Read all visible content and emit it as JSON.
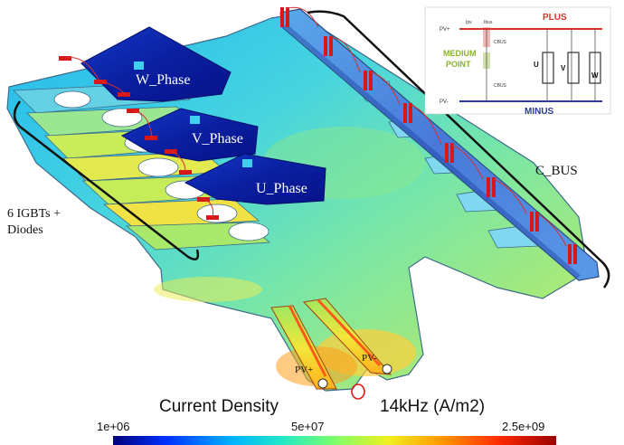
{
  "labels": {
    "w_phase": "W_Phase",
    "v_phase": "V_Phase",
    "u_phase": "U_Phase",
    "c_bus": "C_BUS",
    "igbt_line1": "6 IGBTs +",
    "igbt_line2": "Diodes",
    "pv_plus": "PV+",
    "pv_minus": "PV-"
  },
  "schematic": {
    "plus": "PLUS",
    "minus": "MINUS",
    "medium_line1": "MEDIUM",
    "medium_line2": "POINT",
    "pv_plus": "PV+",
    "pv_minus": "PV-",
    "cbus_top": "CBUS",
    "cbus_bottom": "CBUS",
    "ipv": "Ipv",
    "ibus": "Ibus",
    "u": "U",
    "v": "V",
    "w": "W",
    "colors": {
      "plus": "#d9332b",
      "minus": "#2a3b9c",
      "medium": "#8ab42a"
    }
  },
  "caption": {
    "title": "Current Density",
    "subtitle": "14kHz (A/m2)"
  },
  "colorbar": {
    "min_label": "1e+06",
    "mid_label": "5e+07",
    "max_label": "2.5e+09",
    "stops": [
      "#00007a",
      "#0030ff",
      "#00b4ff",
      "#20e8c8",
      "#7dff6a",
      "#f0f020",
      "#ff9900",
      "#ff2a00",
      "#9a0000"
    ]
  }
}
